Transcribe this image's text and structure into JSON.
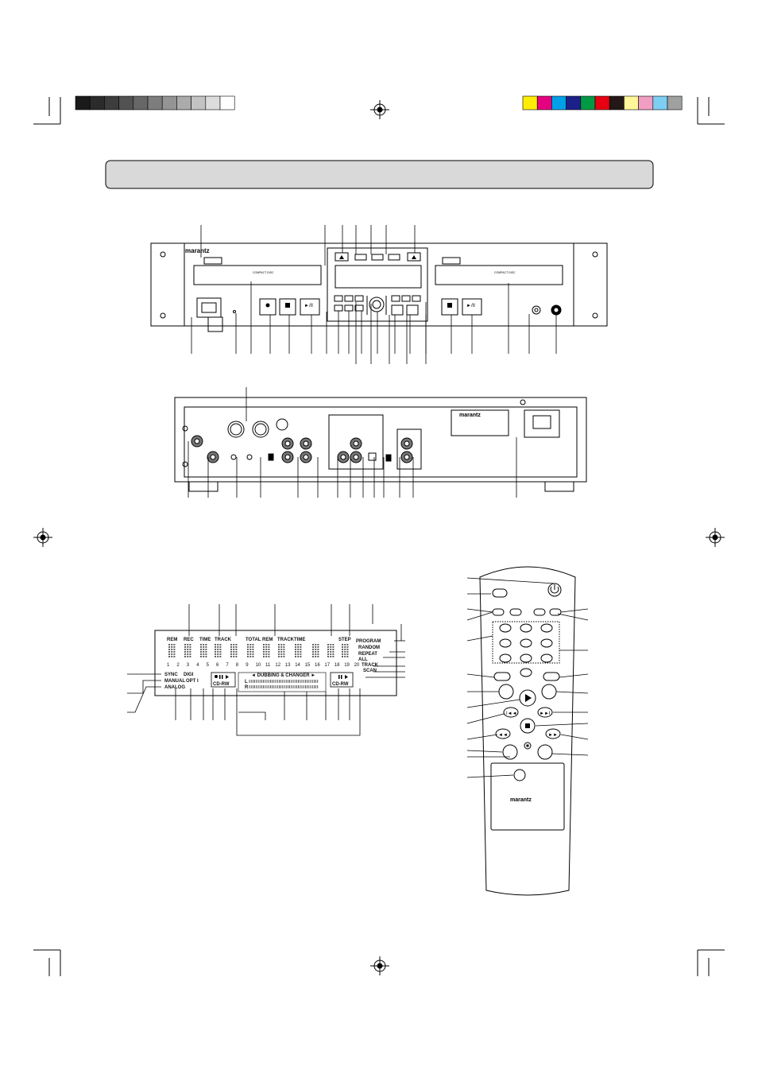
{
  "colors": {
    "gray_bar": [
      "#1a1a1a",
      "#2b2b2b",
      "#3d3d3d",
      "#525252",
      "#676767",
      "#7d7d7d",
      "#949494",
      "#ababab",
      "#c3c3c3",
      "#dcdcdc",
      "#ffffff"
    ],
    "color_bar": [
      "#ffed00",
      "#e4007f",
      "#00a0e9",
      "#1d2088",
      "#009944",
      "#e60012",
      "#231815",
      "#fff799",
      "#f19ec2",
      "#7ecef4",
      "#9fa0a0"
    ],
    "header_band": "#d9d9d9"
  },
  "front_panel": {
    "brand": "marantz",
    "left_tray_logo": "COMPACT DISC",
    "right_tray_logo": "COMPACT DISC",
    "remote_logo": "marantz"
  },
  "display": {
    "top_left": [
      "REM",
      "REC",
      "TIME"
    ],
    "top_track": "TRACK",
    "top_right": [
      "TOTAL",
      "REM",
      "TRACK",
      "TIME"
    ],
    "step": "STEP",
    "numbers": [
      "1",
      "2",
      "3",
      "4",
      "5",
      "6",
      "7",
      "8",
      "9",
      "10",
      "11",
      "12",
      "13",
      "14",
      "15",
      "16",
      "17",
      "18",
      "19",
      "20"
    ],
    "left_modes": [
      "SYNC",
      "DIGI",
      "MANUAL",
      "OPT I",
      "ANALOG"
    ],
    "right_modes": [
      "PROGRAM",
      "RANDOM",
      "REPEAT",
      "ALL",
      "TRACK",
      "SCAN"
    ],
    "dubbing": "◄ DUBBING & CHANGER ►",
    "cdrw_left": "CD-RW",
    "cdrw_right": "CD-RW",
    "meter_l": "L",
    "meter_r": "R"
  },
  "rear_panel": {
    "brand": "marantz"
  }
}
